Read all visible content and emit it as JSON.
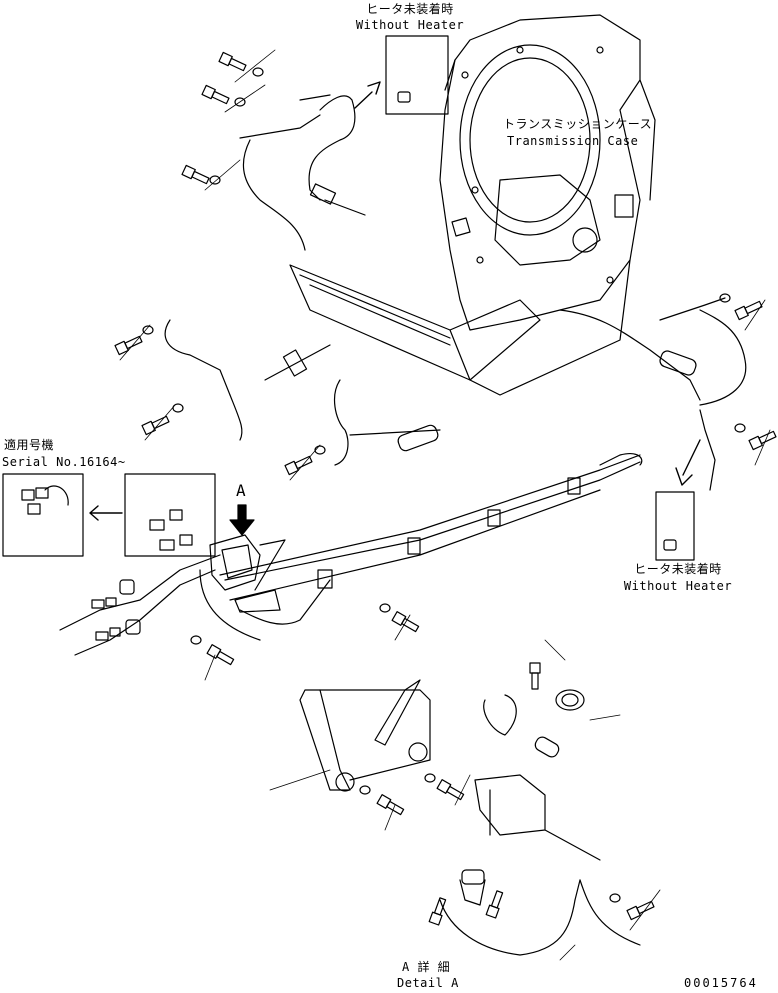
{
  "labels": {
    "heater_top_jp": "ヒータ未装着時",
    "heater_top_en": "Without Heater",
    "transmission_jp": "トランスミッションケース",
    "transmission_en": "Transmission Case",
    "serial_jp": "適用号機",
    "serial_en": "Serial No.16164~",
    "heater_right_jp": "ヒータ未装着時",
    "heater_right_en": "Without Heater",
    "detail_marker": "A",
    "detail_jp": "A 詳 細",
    "detail_en": "Detail A",
    "drawing_number": "00015764"
  },
  "colors": {
    "line": "#000000",
    "background": "#ffffff"
  }
}
